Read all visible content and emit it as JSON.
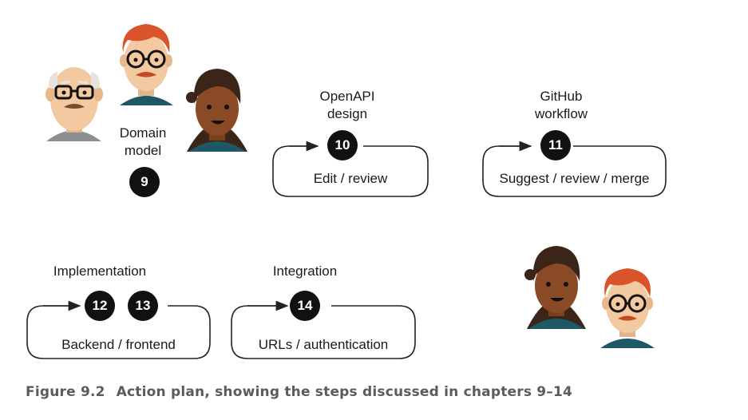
{
  "steps": [
    {
      "id": "step-9",
      "num": "9",
      "label": "Domain\nmodel",
      "box": ""
    },
    {
      "id": "step-10",
      "num": "10",
      "label": "OpenAPI\ndesign",
      "box": "Edit / review"
    },
    {
      "id": "step-11",
      "num": "11",
      "label": "GitHub\nworkflow",
      "box": "Suggest / review / merge"
    },
    {
      "id": "step-12-13",
      "nums": [
        "12",
        "13"
      ],
      "label": "Implementation",
      "box": "Backend / frontend"
    },
    {
      "id": "step-14",
      "num": "14",
      "label": "Integration",
      "box": "URLs / authentication"
    }
  ],
  "texts": {
    "domain_model_line1": "Domain",
    "domain_model_line2": "model",
    "openapi_line1": "OpenAPI",
    "openapi_line2": "design",
    "github_line1": "GitHub",
    "github_line2": "workflow",
    "implementation": "Implementation",
    "integration": "Integration",
    "edit_review": "Edit / review",
    "suggest_review_merge": "Suggest / review / merge",
    "backend_frontend": "Backend / frontend",
    "urls_auth": "URLs / authentication",
    "n9": "9",
    "n10": "10",
    "n11": "11",
    "n12": "12",
    "n13": "13",
    "n14": "14"
  },
  "caption": {
    "number": "Figure 9.2",
    "text": "Action plan, showing the steps discussed in chapters 9–14"
  },
  "colors": {
    "badge": "#111111",
    "box_stroke": "#222222",
    "caption": "#5b5b5b",
    "skin_light": "#f2c9a0",
    "skin_dark": "#8a4a26",
    "hair_red": "#d9532b",
    "hair_dark": "#3b2418",
    "hair_grey": "#e6e3df",
    "shirt_teal": "#1f5865",
    "shirt_grey": "#8b8f92"
  },
  "icons": [
    "bald-man-avatar",
    "red-haired-man-avatar",
    "dark-haired-woman-avatar"
  ]
}
